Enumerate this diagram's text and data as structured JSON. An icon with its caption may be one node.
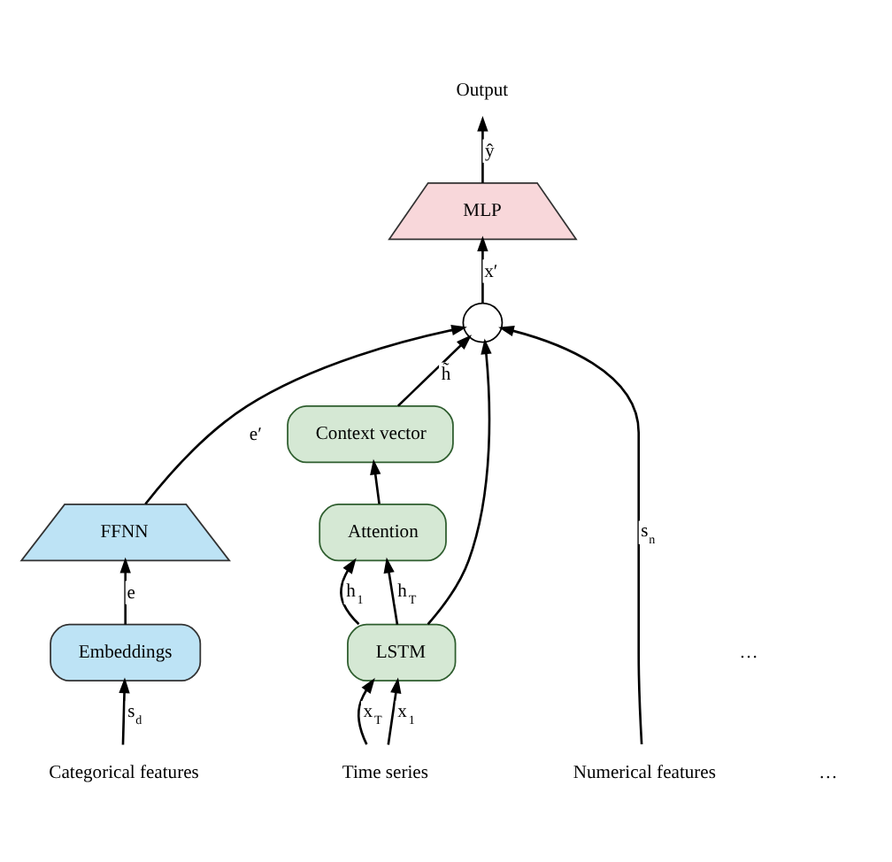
{
  "diagram": {
    "nodes": [
      {
        "text": [
          "Output"
        ]
      },
      {
        "text": [
          "MLP"
        ]
      },
      {
        "text": [],
        "shape": "circle"
      },
      {
        "text": [
          "Context vector"
        ]
      },
      {
        "text": [
          "Attention"
        ]
      },
      {
        "text": [
          "FFNN"
        ]
      },
      {
        "text": [
          "Embeddings"
        ]
      },
      {
        "text": [
          "LSTM"
        ]
      },
      {
        "text": [
          "Categorical features"
        ]
      },
      {
        "text": [
          "Time series"
        ]
      },
      {
        "text": [
          "Numerical features"
        ]
      }
    ],
    "edges": [
      {
        "from": 1,
        "to": 0,
        "arrow": "to",
        "label": "ŷ"
      },
      {
        "from": 2,
        "to": 1,
        "arrow": "to",
        "label": "x′"
      },
      {
        "from": 3,
        "to": 2,
        "arrow": "to",
        "label": "h̃"
      },
      {
        "from": 4,
        "to": 3,
        "arrow": "to"
      },
      {
        "from": 7,
        "to": 4,
        "arrow": "to",
        "label": "h$_{1}$"
      },
      {
        "from": 7,
        "to": 4,
        "arrow": "to",
        "label": "h$_{T}$"
      },
      {
        "from": 7,
        "to": 2,
        "arrow": "to"
      },
      {
        "from": 5,
        "to": 2,
        "arrow": "to",
        "label": "e′"
      },
      {
        "from": 6,
        "to": 5,
        "arrow": "to",
        "label": "e"
      },
      {
        "from": 8,
        "to": 6,
        "arrow": "to",
        "label": "s$_{d}$"
      },
      {
        "from": 9,
        "to": 7,
        "arrow": "to",
        "label": "x$_{1}$"
      },
      {
        "from": 9,
        "to": 7,
        "arrow": "to",
        "label": "x$_{T}$"
      },
      {
        "from": 10,
        "to": 2,
        "arrow": "to",
        "label": "s$_{n}$"
      }
    ],
    "labels": [
      "…",
      "…"
    ]
  }
}
